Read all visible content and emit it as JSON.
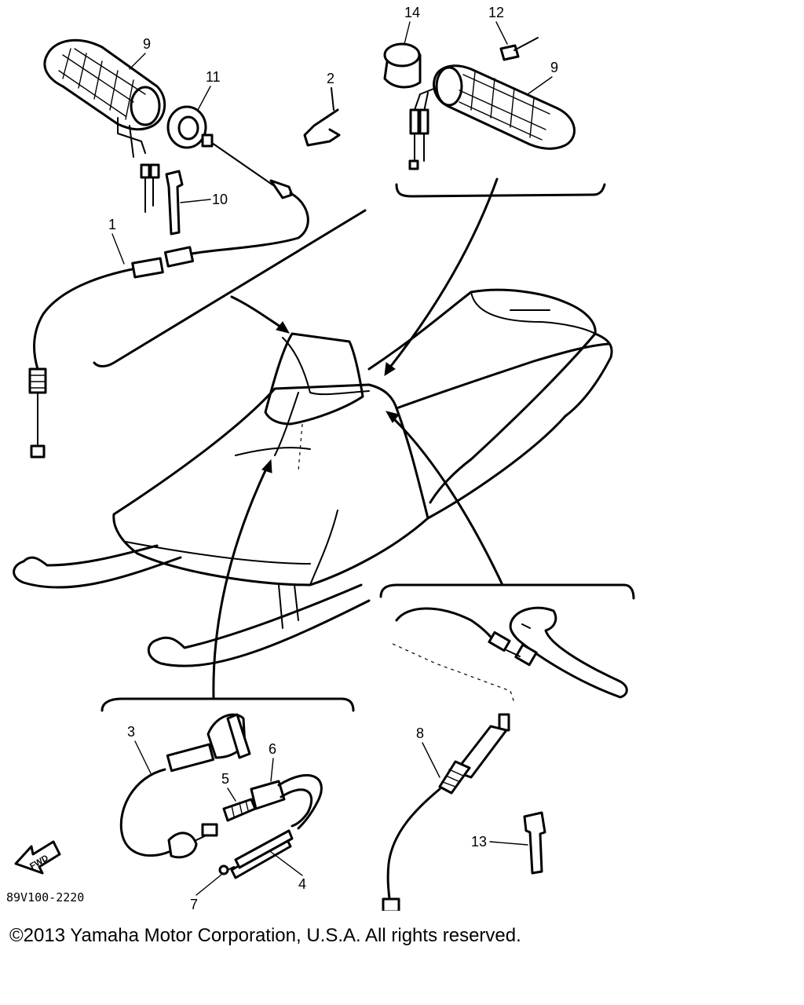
{
  "diagram_code": "89V100-2220",
  "fwd_label": "FWD",
  "copyright": "©2013 Yamaha Motor Corporation, U.S.A. All rights reserved.",
  "callouts": {
    "n1": "1",
    "n2": "2",
    "n3": "3",
    "n4": "4",
    "n5": "5",
    "n6": "6",
    "n7": "7",
    "n8": "8",
    "n9_left": "9",
    "n9_right": "9",
    "n10": "10",
    "n11": "11",
    "n12": "12",
    "n13": "13",
    "n14": "14"
  }
}
